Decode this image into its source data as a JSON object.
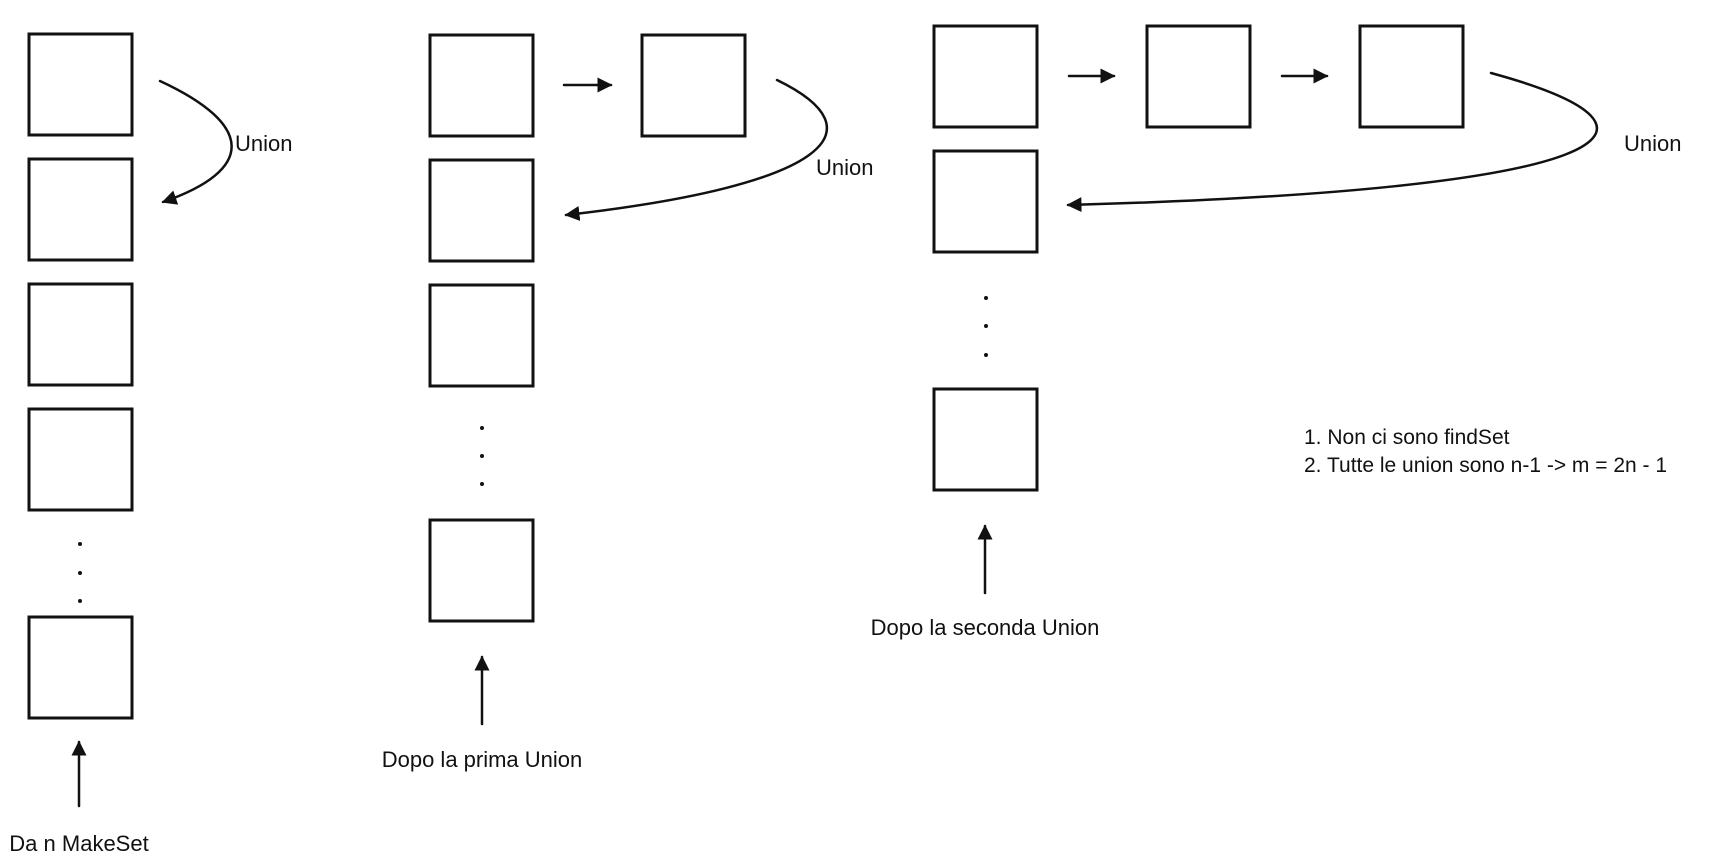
{
  "diagram": {
    "union_label": "Union",
    "caption_makeset": "Da n MakeSet",
    "caption_first_union": "Dopo la prima Union",
    "caption_second_union": "Dopo la seconda Union",
    "ellipsis_marker": "⋮",
    "notes": [
      "1. Non ci sono findSet",
      "2. Tutte le union sono n-1 -> m = 2n - 1"
    ]
  }
}
